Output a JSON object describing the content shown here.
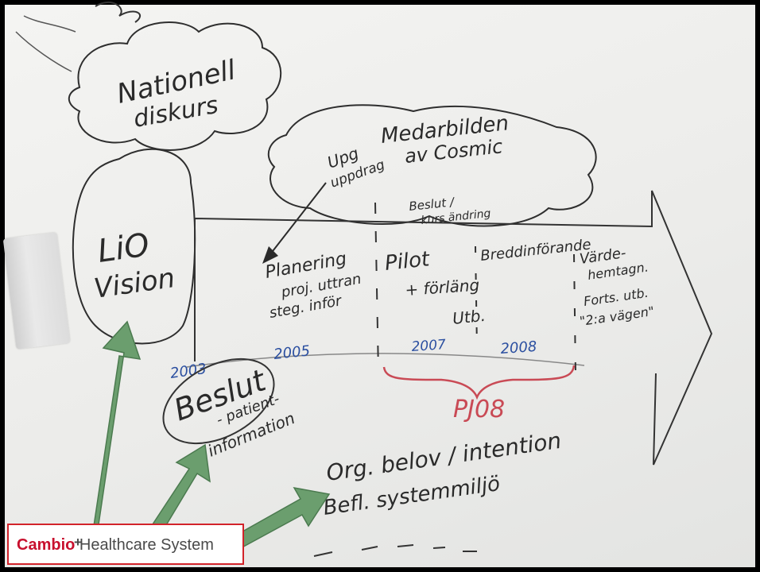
{
  "whiteboard": {
    "cloud_national": [
      "Nationell",
      "diskurs"
    ],
    "cloud_mental": [
      "Medarbilden",
      "av Cosmic"
    ],
    "upg_note": [
      "Upg",
      "uppdrag"
    ],
    "beslut_note": [
      "Beslut /",
      "kurs ändring"
    ],
    "vision": [
      "LiO",
      "Vision"
    ],
    "phase_planning": [
      "Planering",
      "proj. uttran",
      "steg. inför"
    ],
    "phase_pilot": [
      "Pilot",
      "+ förläng"
    ],
    "phase_broad": [
      "Breddinförande",
      "Utb."
    ],
    "phase_value": [
      "Värde-",
      "hemtagn.",
      "Forts. utb.",
      "\"2:a vägen\""
    ],
    "years": [
      "2003",
      "2005",
      "2007",
      "2008"
    ],
    "pj08": "PJ08",
    "beslut_big": "Beslut",
    "patient_info": [
      "- patient-",
      "information"
    ],
    "org": [
      "Org. belov / intention",
      "Befl. systemmiljö"
    ]
  },
  "logo": {
    "brand": "Cambio",
    "rest": " Healthcare System",
    "plus": "+"
  },
  "colors": {
    "arrow_green": "#6b9e6e",
    "logo_red": "#c8102e",
    "ink_red": "#c94a55",
    "ink_blue": "#2b4fa0"
  }
}
